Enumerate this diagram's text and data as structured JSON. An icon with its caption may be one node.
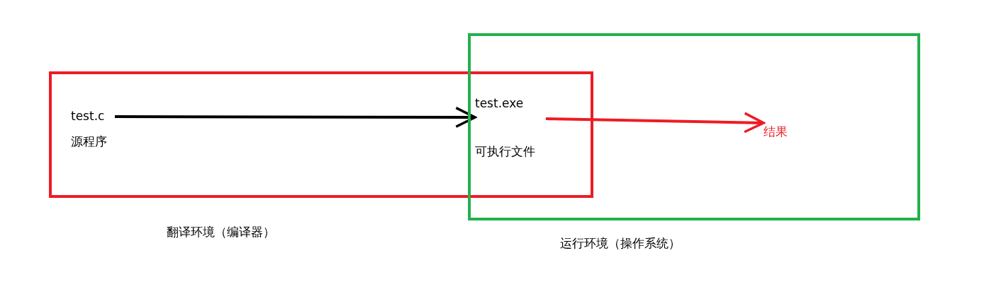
{
  "diagram": {
    "nodes": [
      {
        "text": [],
        "shape": "box",
        "beside": [
          "翻译环境（编译器）"
        ]
      },
      {
        "text": [],
        "shape": "box",
        "beside": [
          "运行环境（操作系统）"
        ]
      },
      {
        "text": [
          "test.c",
          "源程序"
        ],
        "in": 0
      },
      {
        "text": [
          "test.exe",
          "可执行文件"
        ]
      },
      {
        "text": [
          "结果"
        ],
        "in": 1
      }
    ],
    "edges": [
      {
        "from": 2,
        "to": 3,
        "arrow": "to"
      },
      {
        "from": 3,
        "to": 4,
        "arrow": "to",
        "color": "#ed1c24"
      }
    ]
  }
}
